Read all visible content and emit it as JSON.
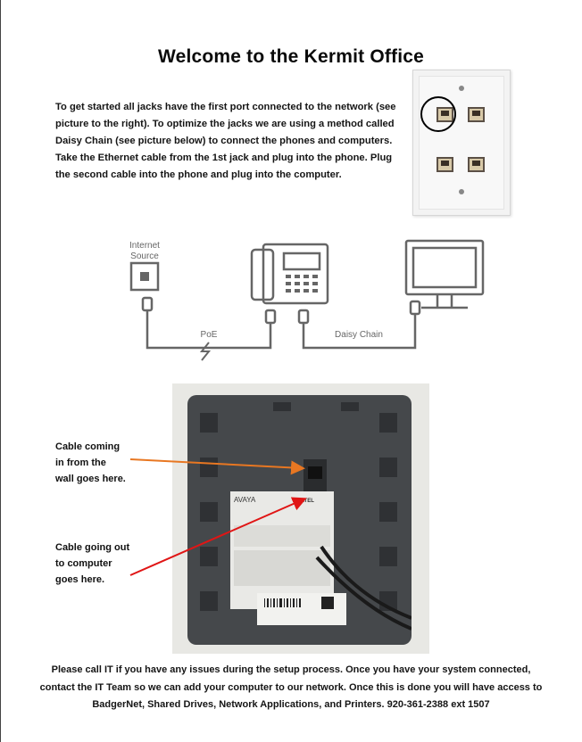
{
  "title": "Welcome to the Kermit Office",
  "intro": "To get started all jacks have the first port connected to the network (see picture to the right). To optimize the jacks we are using a method called Daisy Chain (see picture below) to connect the phones and computers. Take the Ethernet cable from the 1st jack and plug into the phone. Plug the second cable into the phone and plug into the computer.",
  "diagram": {
    "internet_source_line1": "Internet",
    "internet_source_line2": "Source",
    "poe_label": "PoE",
    "daisy_chain_label": "Daisy Chain"
  },
  "annotations": {
    "cable_in_line1": "Cable coming",
    "cable_in_line2": "in from the",
    "cable_in_line3": "wall goes here.",
    "cable_out_line1": "Cable going out",
    "cable_out_line2": "to computer",
    "cable_out_line3": "goes here.",
    "arrow_in_color": "#e87722",
    "arrow_out_color": "#e01515"
  },
  "phone_label": {
    "brand": "AVAYA",
    "regulator": "ANATEL"
  },
  "footer": "Please call IT if you have any issues during the setup process. Once you have your system connected, contact the IT Team so we can add your computer to our network. Once this is done you will have access to BadgerNet, Shared Drives, Network Applications, and Printers.  920-361-2388 ext 1507"
}
